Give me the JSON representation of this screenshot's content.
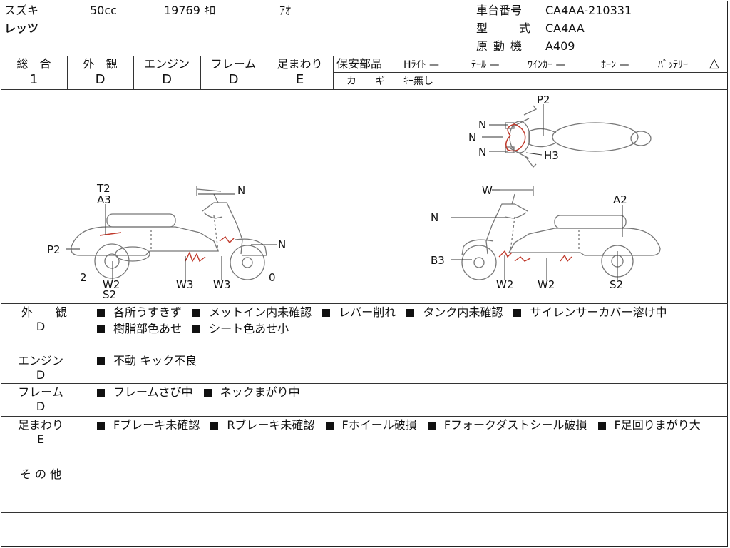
{
  "header": {
    "maker": "スズキ",
    "displacement": "50cc",
    "mileage": "19769 ｷﾛ",
    "color": "ｱｵ",
    "model_name": "レッツ",
    "chassis_label": "車台番号",
    "chassis_value": "CA4AA-210331",
    "type_label": "型　式",
    "type_value": "CA4AA",
    "engine_label": "原動機",
    "engine_value": "A409"
  },
  "grades": {
    "overall": {
      "label": "総　合",
      "value": "1"
    },
    "exterior": {
      "label": "外　観",
      "value": "D"
    },
    "engine": {
      "label": "エンジン",
      "value": "D"
    },
    "frame": {
      "label": "フレーム",
      "value": "D"
    },
    "suspension": {
      "label": "足まわり",
      "value": "E"
    }
  },
  "safety": {
    "label": "保安部品",
    "headlight": "Hﾗｲﾄ —",
    "tail": "ﾃｰﾙ —",
    "winker": "ｳｲﾝｶｰ —",
    "horn": "ﾎｰﾝ —",
    "battery": "ﾊﾞｯﾃﾘｰ",
    "battery_mark": "△",
    "key_label": "カ　ギ",
    "key_value": "ｷｰ無し"
  },
  "diagram_labels": {
    "top_p2": "P2",
    "top_n1": "N",
    "top_n2": "N",
    "top_n3": "N",
    "top_h3": "H3",
    "left_t2": "T2",
    "left_a3": "A3",
    "left_n_top": "N",
    "left_p2": "P2",
    "left_n_front": "N",
    "left_2": "2",
    "left_w2": "W2",
    "left_s2": "S2",
    "left_w3a": "W3",
    "left_w3b": "W3",
    "left_0": "0",
    "right_w": "W",
    "right_n": "N",
    "right_a2": "A2",
    "right_b3": "B3",
    "right_w2a": "W2",
    "right_w2b": "W2",
    "right_s2": "S2"
  },
  "remarks": {
    "exterior": {
      "label": "外　　観",
      "grade": "D",
      "items": [
        "各所うすきず",
        "メットイン内未確認",
        "レバー削れ",
        "タンク内未確認",
        "サイレンサーカバー溶け中",
        "樹脂部色あせ",
        "シート色あせ小"
      ]
    },
    "engine": {
      "label": "エンジン",
      "grade": "D",
      "items": [
        "不動 キック不良"
      ]
    },
    "frame": {
      "label": "フレーム",
      "grade": "D",
      "items": [
        "フレームさび中",
        "ネックまがり中"
      ]
    },
    "suspension": {
      "label": "足まわり",
      "grade": "E",
      "items": [
        "Fブレーキ未確認",
        "Rブレーキ未確認",
        "Fホイール破損",
        "Fフォークダストシール破損",
        "F足回りまがり大"
      ]
    },
    "other": {
      "label": "そ の 他"
    }
  },
  "colors": {
    "line": "#333333",
    "damage_mark": "#c0392b",
    "sketch": "#777777"
  }
}
